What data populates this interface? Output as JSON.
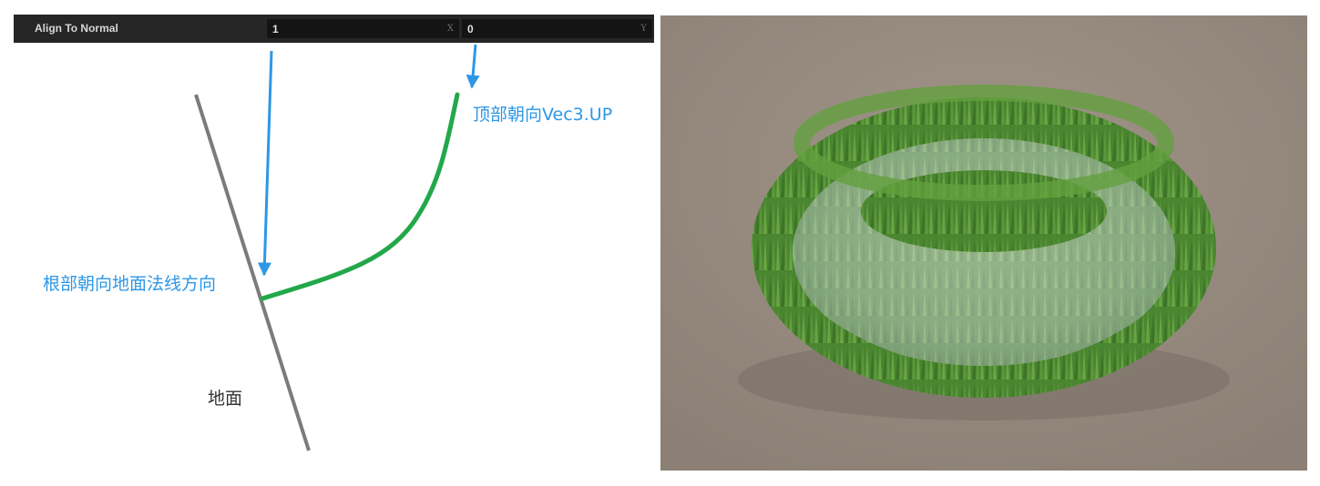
{
  "property": {
    "label": "Align To Normal",
    "x_value": "1",
    "y_value": "0",
    "x_axis": "X",
    "y_axis": "Y"
  },
  "annotations": {
    "top_direction": "顶部朝向Vec3.UP",
    "root_direction": "根部朝向地面法线方向",
    "ground": "地面"
  },
  "colors": {
    "arrow": "#2d97e6",
    "blade": "#22a84a",
    "ground_line": "#7b7b7b",
    "render_background": "#968a80",
    "grass": "#4e8a33",
    "torus": "#eef0f3"
  },
  "render": {
    "description_icon": "grass-torus-render"
  }
}
